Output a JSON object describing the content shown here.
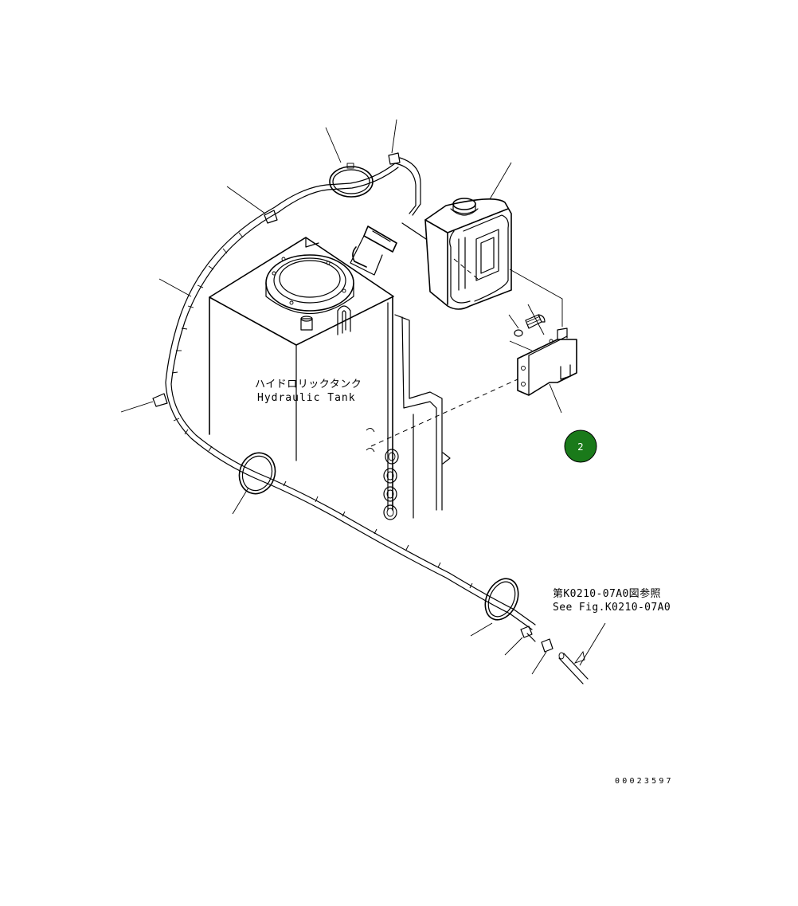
{
  "diagram": {
    "tank_label_jp": "ハイドロリックタンク",
    "tank_label_en": "Hydraulic Tank",
    "reference_jp": "第K0210-07A0図参照",
    "reference_en": "See Fig.K0210-07A0",
    "drawing_number": "00023597"
  },
  "marker": {
    "label": "2",
    "color": "#1a7a1a"
  }
}
